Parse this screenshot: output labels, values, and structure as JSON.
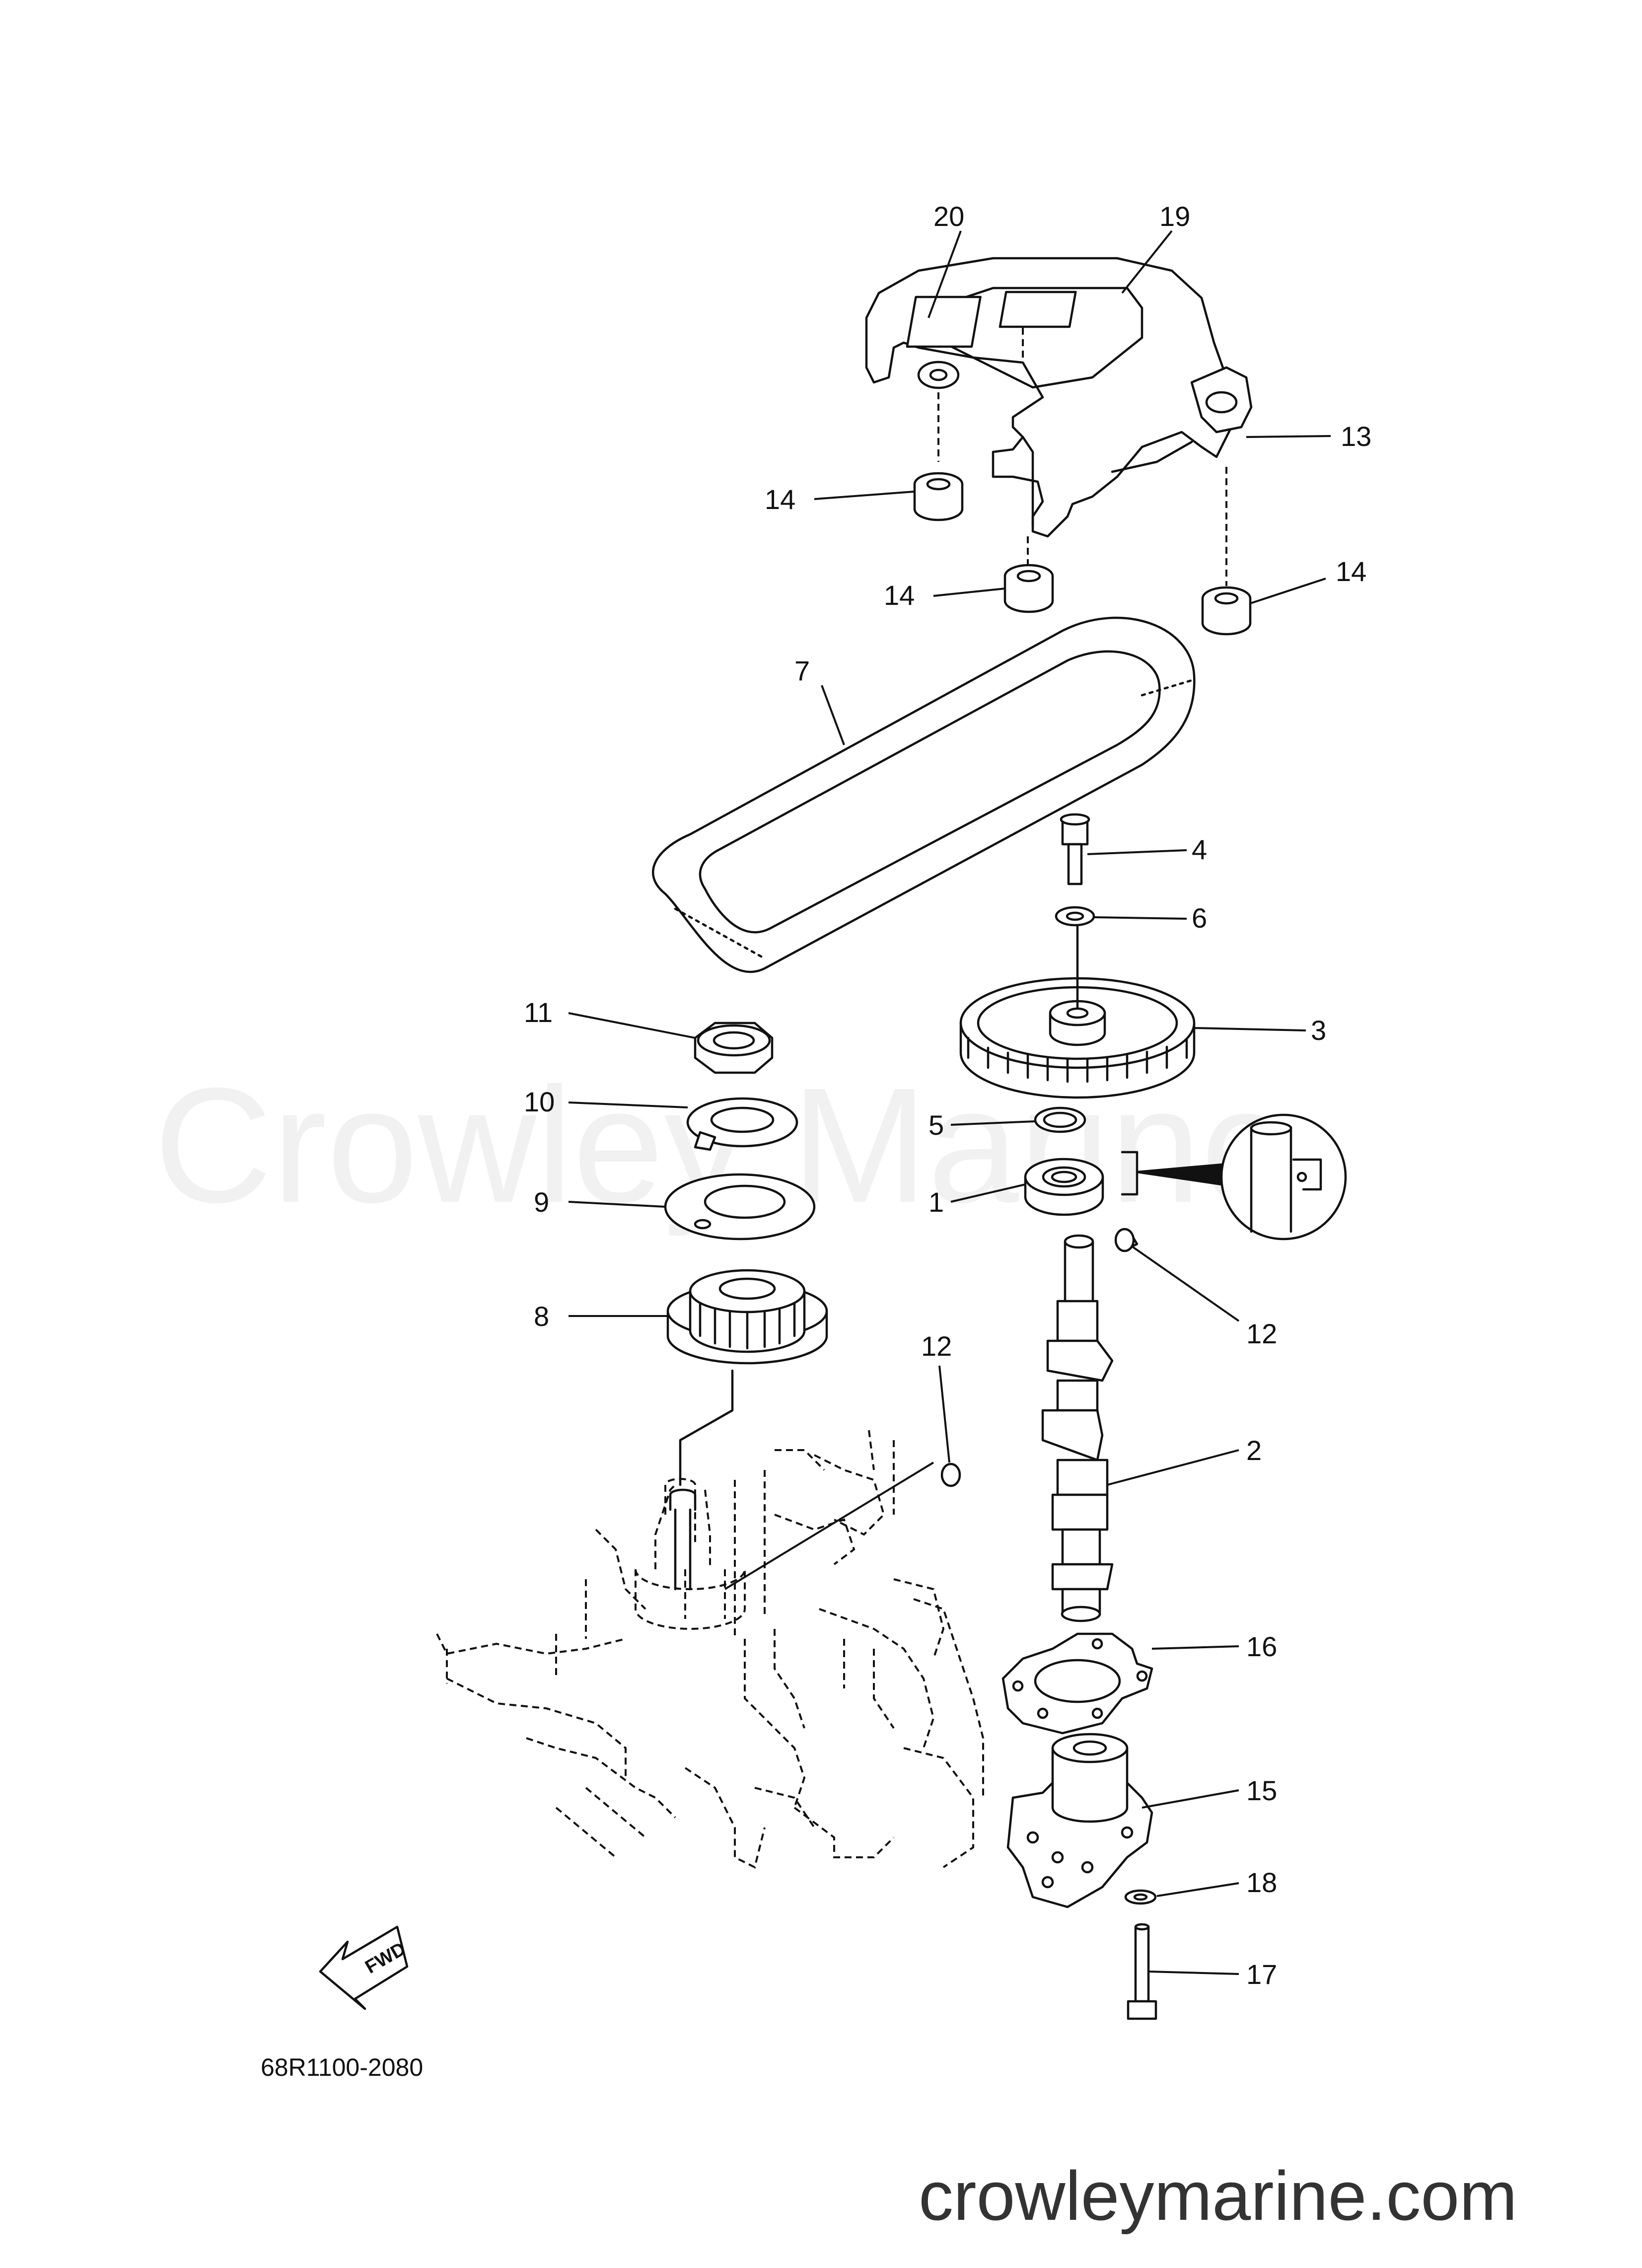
{
  "diagram": {
    "watermark": "Crowley Marine",
    "website": "crowleymarine.com",
    "drawing_code": "68R1100-2080",
    "fwd_label": "FWD",
    "callouts": {
      "p1": "1",
      "p2": "2",
      "p3": "3",
      "p4": "4",
      "p5": "5",
      "p6": "6",
      "p7": "7",
      "p8": "8",
      "p9": "9",
      "p10": "10",
      "p11": "11",
      "p12a": "12",
      "p12b": "12",
      "p13": "13",
      "p14a": "14",
      "p14b": "14",
      "p14c": "14",
      "p15": "15",
      "p16": "16",
      "p17": "17",
      "p18": "18",
      "p19": "19",
      "p20": "20"
    }
  }
}
